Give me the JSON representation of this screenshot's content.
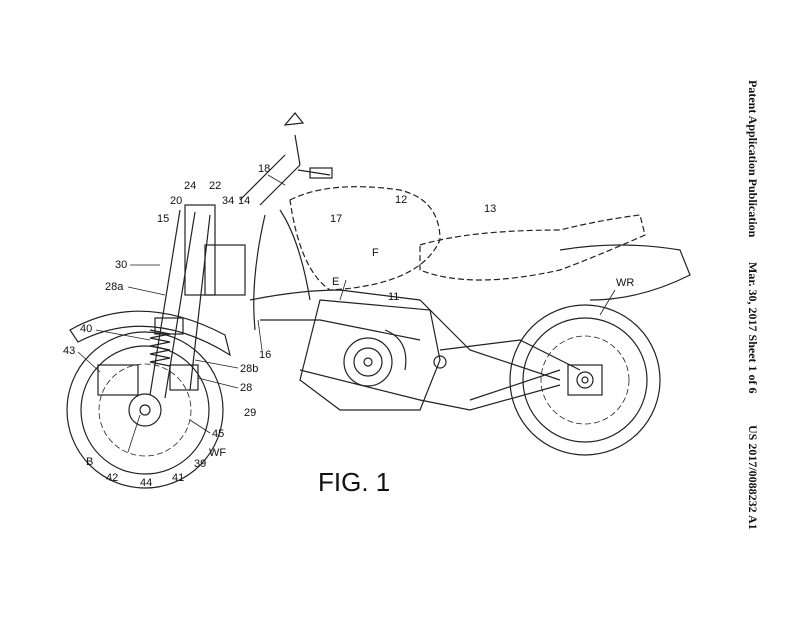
{
  "header": {
    "publication_label": "Patent Application Publication",
    "date_sheet": "Mar. 30, 2017 Sheet 1 of 6",
    "publication_number": "US 2017/0088232 A1"
  },
  "figure": {
    "title": "FIG. 1"
  },
  "reference_labels": {
    "r18": "18",
    "r24": "24",
    "r22": "22",
    "r20": "20",
    "r34": "34",
    "r14": "14",
    "r12": "12",
    "r13": "13",
    "r15": "15",
    "r17": "17",
    "r30": "30",
    "rF": "F",
    "rE": "E",
    "r28a": "28a",
    "r11": "11",
    "rWR": "WR",
    "r40": "40",
    "r16": "16",
    "r43": "43",
    "r28b": "28b",
    "r28": "28",
    "r29": "29",
    "r45": "45",
    "rWF": "WF",
    "rB": "B",
    "r39": "39",
    "r42": "42",
    "r44": "44",
    "r41": "41"
  }
}
